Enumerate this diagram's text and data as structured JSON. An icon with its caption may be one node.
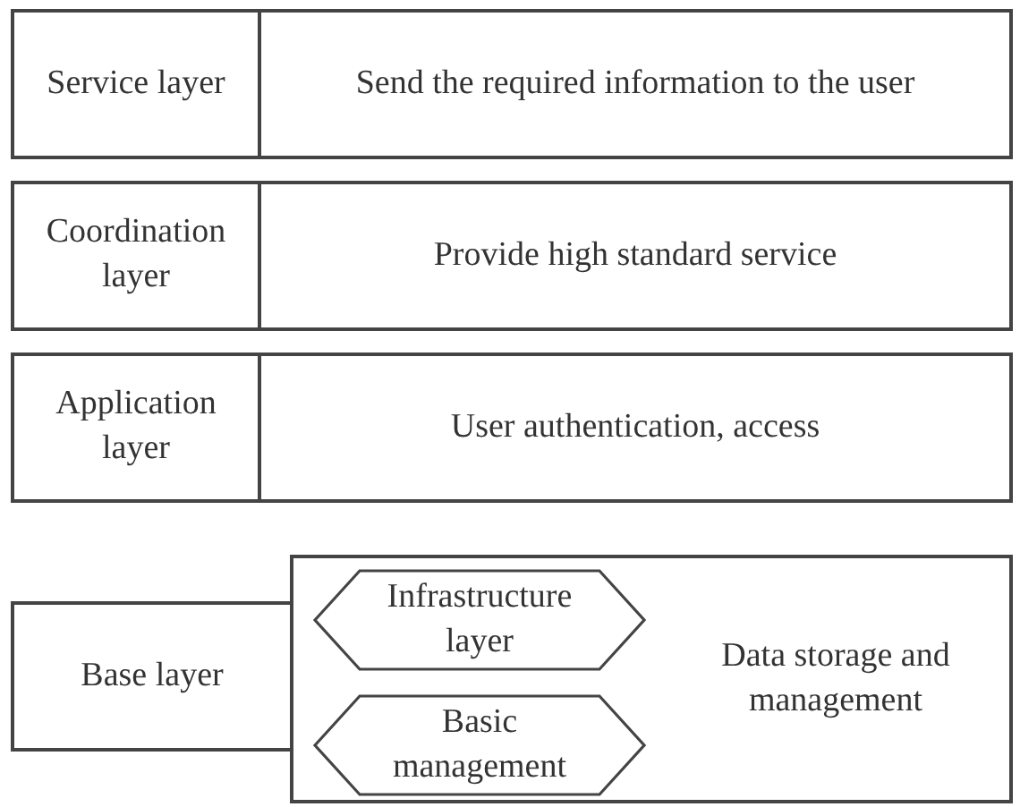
{
  "diagram": {
    "nodes": [
      {
        "text": [
          "Service layer"
        ]
      },
      {
        "text": [
          "Send the required information to the user"
        ]
      },
      {
        "text": [
          "Coordination layer"
        ]
      },
      {
        "text": [
          "Provide high standard service"
        ]
      },
      {
        "text": [
          "Application layer"
        ]
      },
      {
        "text": [
          "User authentication, access"
        ]
      },
      {
        "text": [
          "Base layer"
        ]
      },
      {
        "text": [
          "Data storage and management"
        ]
      },
      {
        "text": [
          "Infrastructure layer"
        ],
        "in": 7
      },
      {
        "text": [
          "Basic management"
        ],
        "in": 7
      }
    ],
    "edges": []
  }
}
